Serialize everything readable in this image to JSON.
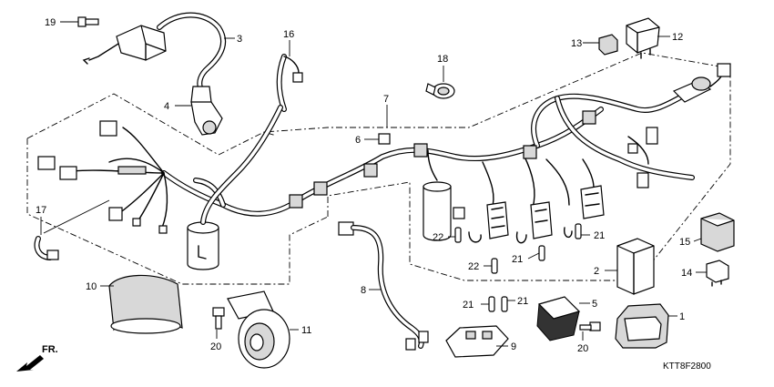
{
  "callouts": [
    {
      "id": "c1",
      "label": "1"
    },
    {
      "id": "c2",
      "label": "2"
    },
    {
      "id": "c3",
      "label": "3"
    },
    {
      "id": "c4",
      "label": "4"
    },
    {
      "id": "c5",
      "label": "5"
    },
    {
      "id": "c6",
      "label": "6"
    },
    {
      "id": "c7",
      "label": "7"
    },
    {
      "id": "c8",
      "label": "8"
    },
    {
      "id": "c9",
      "label": "9"
    },
    {
      "id": "c10",
      "label": "10"
    },
    {
      "id": "c11",
      "label": "11"
    },
    {
      "id": "c12",
      "label": "12"
    },
    {
      "id": "c13",
      "label": "13"
    },
    {
      "id": "c14",
      "label": "14"
    },
    {
      "id": "c15",
      "label": "15"
    },
    {
      "id": "c16",
      "label": "16"
    },
    {
      "id": "c17",
      "label": "17"
    },
    {
      "id": "c18",
      "label": "18"
    },
    {
      "id": "c19",
      "label": "19"
    },
    {
      "id": "c20a",
      "label": "20"
    },
    {
      "id": "c20b",
      "label": "20"
    },
    {
      "id": "c21a",
      "label": "21"
    },
    {
      "id": "c21b",
      "label": "21"
    },
    {
      "id": "c21c",
      "label": "21"
    },
    {
      "id": "c21d",
      "label": "21"
    },
    {
      "id": "c22a",
      "label": "22"
    },
    {
      "id": "c22b",
      "label": "22"
    }
  ],
  "direction_label": "FR.",
  "drawing_code": "KTT8F2800",
  "colors": {
    "line": "#000000",
    "background": "#ffffff"
  },
  "icons": [
    "front-arrow-icon"
  ]
}
